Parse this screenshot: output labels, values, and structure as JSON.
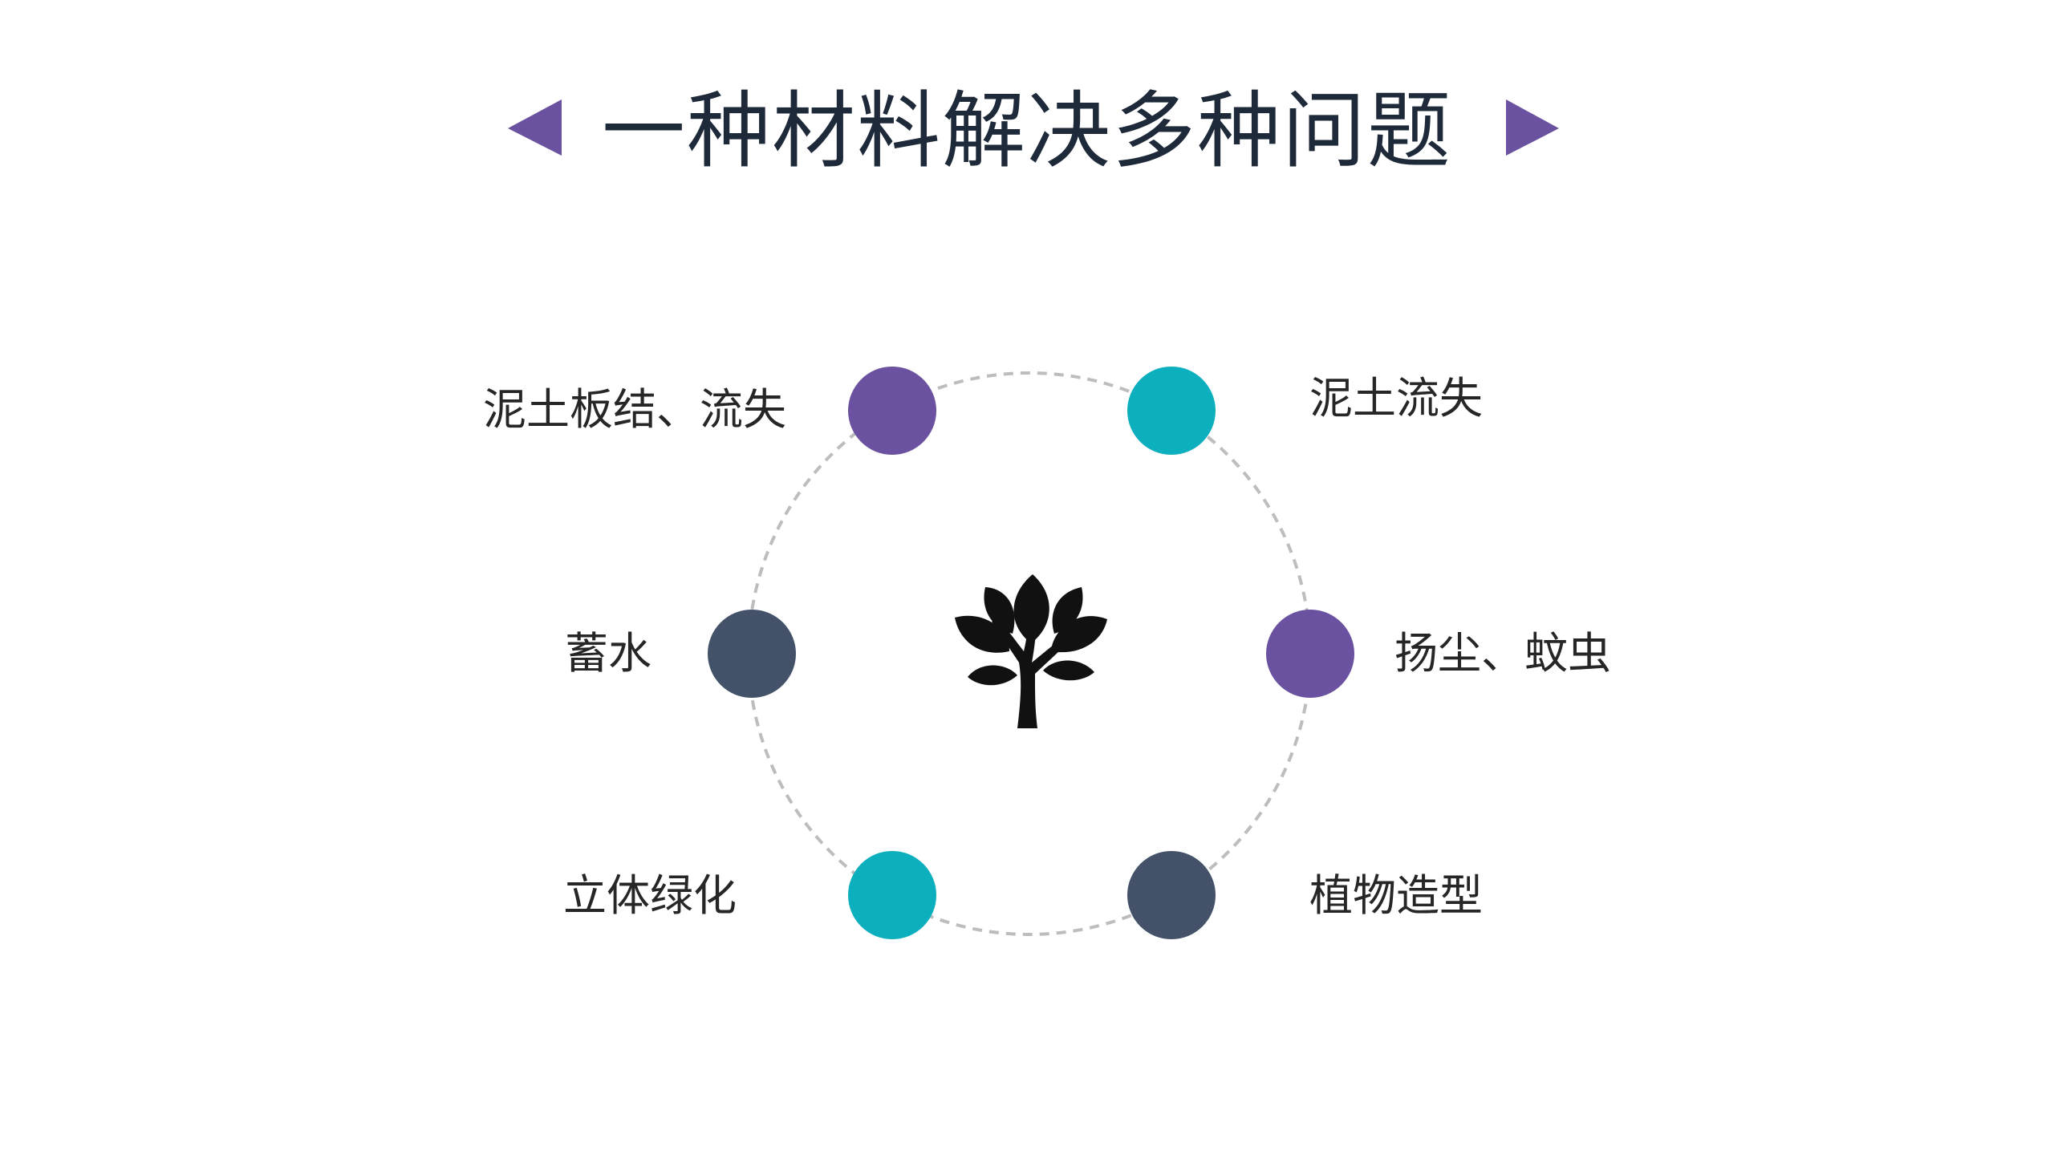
{
  "title": "一种材料解决多种问题",
  "colors": {
    "accent_purple": "#6a52a0",
    "accent_teal": "#0bafbd",
    "accent_slate": "#435269",
    "ring": "#bdbdbd",
    "tree": "#111111",
    "text": "#262626",
    "title": "#1e2a3a"
  },
  "nav": {
    "prev_icon": "triangle-left-icon",
    "next_icon": "triangle-right-icon"
  },
  "center_icon": "tree-icon",
  "nodes": [
    {
      "id": "top-left",
      "label": "泥土板结、流失",
      "color": "#6a52a0"
    },
    {
      "id": "top-right",
      "label": "泥土流失",
      "color": "#0bafbd"
    },
    {
      "id": "mid-left",
      "label": "蓄水",
      "color": "#435269"
    },
    {
      "id": "mid-right",
      "label": "扬尘、蚊虫",
      "color": "#6a52a0"
    },
    {
      "id": "bottom-left",
      "label": "立体绿化",
      "color": "#0bafbd"
    },
    {
      "id": "bottom-right",
      "label": "植物造型",
      "color": "#435269"
    }
  ]
}
